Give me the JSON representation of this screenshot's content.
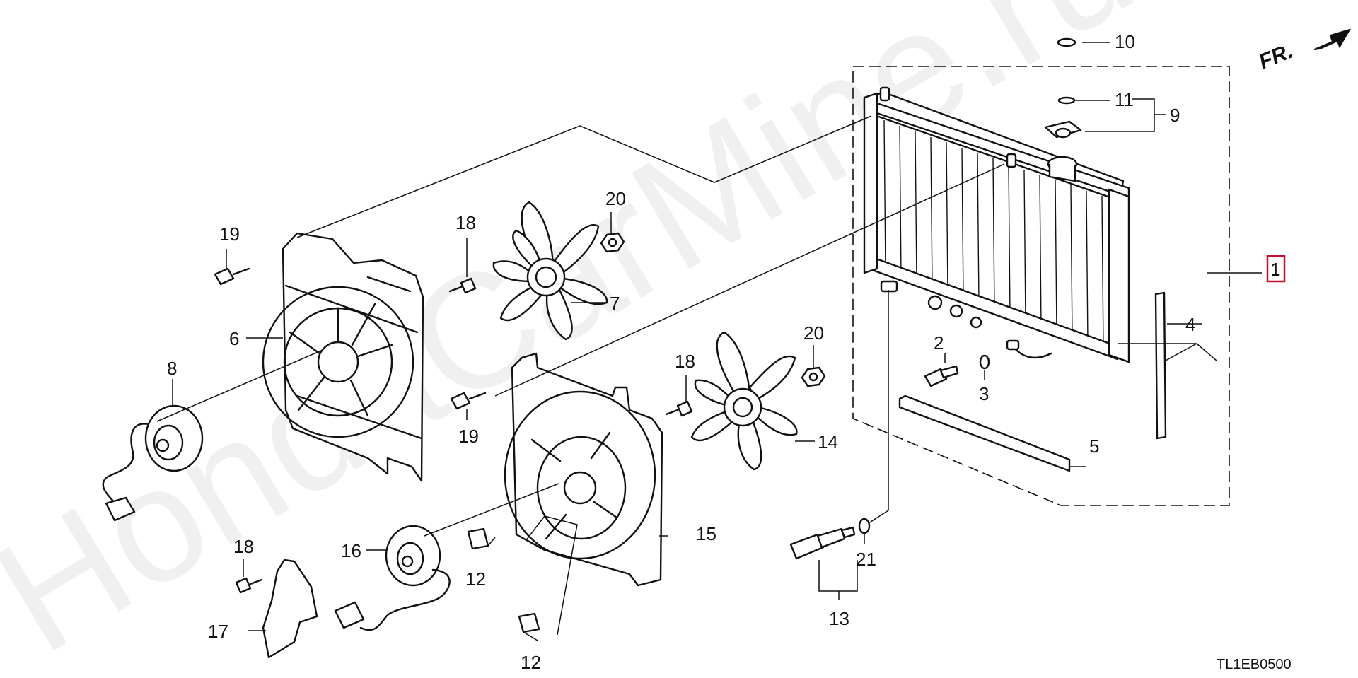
{
  "watermark": "HondaCarMine.ru",
  "diagram_code": "TL1EB0500",
  "direction_label": "FR.",
  "highlight_color": "#c8102e",
  "assembly_callout": "1",
  "callouts": {
    "c2": "2",
    "c3": "3",
    "c4": "4",
    "c5": "5",
    "c6": "6",
    "c7": "7",
    "c8": "8",
    "c9": "9",
    "c10": "10",
    "c11": "11",
    "c12a": "12",
    "c12b": "12",
    "c13": "13",
    "c14": "14",
    "c15": "15",
    "c16": "16",
    "c17": "17",
    "c18a": "18",
    "c18b": "18",
    "c18c": "18",
    "c19a": "19",
    "c19b": "19",
    "c20a": "20",
    "c20b": "20",
    "c21": "21"
  }
}
